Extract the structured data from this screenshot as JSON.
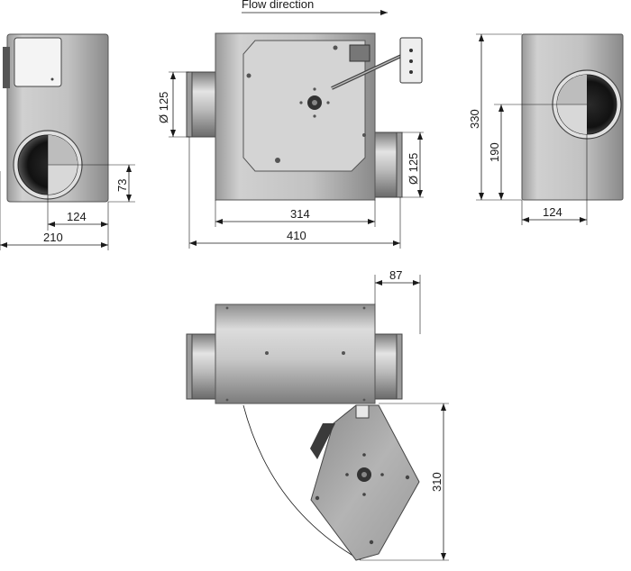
{
  "title": "Flow direction",
  "dimensions": {
    "side_left_height_dim": "73",
    "side_left_center": "124",
    "side_left_width": "210",
    "front_duct_diameter_left": "Ø 125",
    "front_duct_diameter_right": "Ø 125",
    "front_body_width": "314",
    "front_total_width": "410",
    "side_right_total_height": "330",
    "side_right_center_height": "190",
    "side_right_center": "124",
    "bottom_offset": "87",
    "bottom_hinge_height": "310"
  },
  "colors": {
    "body_light": "#d9d9d9",
    "body_mid": "#a8a8a8",
    "body_dark": "#6e6e6e",
    "outline": "#1a1a1a"
  }
}
